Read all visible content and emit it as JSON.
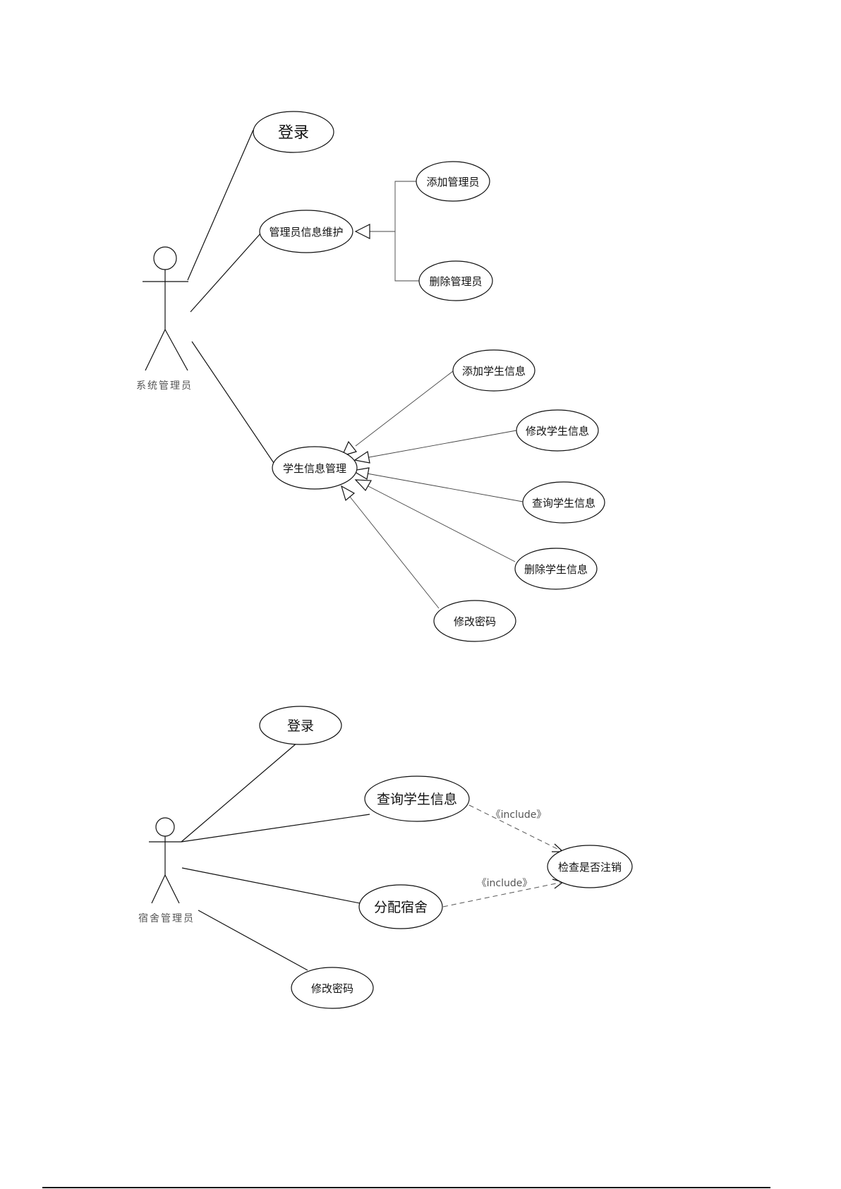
{
  "diagrams": [
    {
      "actor": {
        "label": "系统管理员"
      },
      "use_cases": {
        "login": "登录",
        "admin_info": "管理员信息维护",
        "add_admin": "添加管理员",
        "delete_admin": "删除管理员",
        "student_info": "学生信息管理",
        "add_student": "添加学生信息",
        "modify_student": "修改学生信息",
        "query_student": "查询学生信息",
        "delete_student": "删除学生信息",
        "change_password": "修改密码"
      }
    },
    {
      "actor": {
        "label": "宿舍管理员"
      },
      "use_cases": {
        "login": "登录",
        "query_student": "查询学生信息",
        "check_cancelled": "检查是否注销",
        "assign_dorm": "分配宿舍",
        "change_password": "修改密码"
      },
      "stereotypes": [
        "《include》",
        "《include》"
      ]
    }
  ]
}
